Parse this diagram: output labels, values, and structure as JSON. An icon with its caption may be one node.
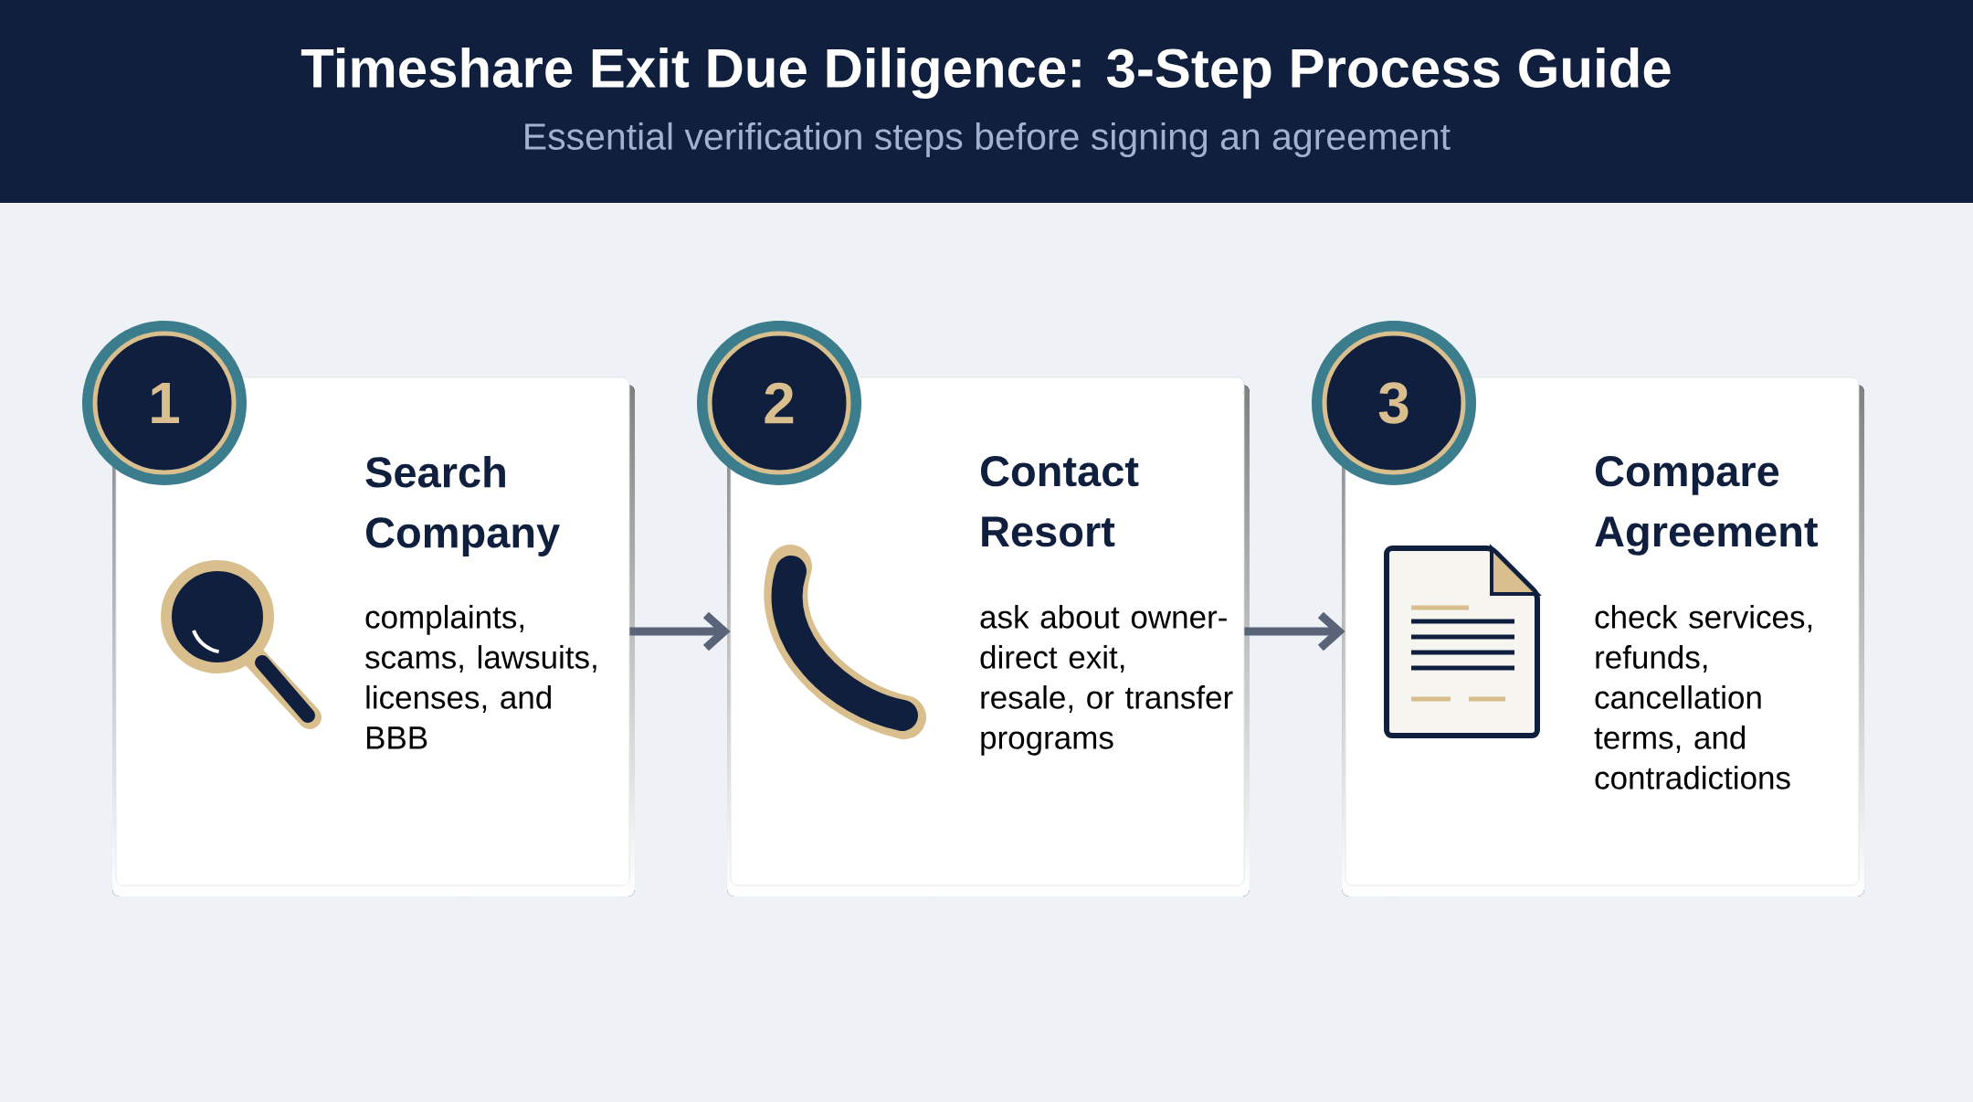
{
  "diagram": {
    "title": "Timeshare Exit Due Diligence: 3-Step Process Guide",
    "caption": "Essential verification steps before signing an agreement",
    "nodes": [
      {
        "text": [
          "1"
        ]
      },
      {
        "text": [
          "Search Company",
          "complaints, scams, lawsuits, licenses, and BBB"
        ]
      },
      {
        "text": [
          "2"
        ]
      },
      {
        "text": [
          "Contact Resort",
          "ask about owner-direct exit, resale, or transfer programs"
        ]
      },
      {
        "text": [
          "3"
        ]
      },
      {
        "text": [
          "Compare Agreement",
          "check services, refunds, cancellation terms, and contradictions"
        ]
      }
    ],
    "edges": [
      {
        "from": 1,
        "to": 3,
        "arrow": "to"
      },
      {
        "from": 3,
        "to": 5,
        "arrow": "to"
      }
    ]
  }
}
